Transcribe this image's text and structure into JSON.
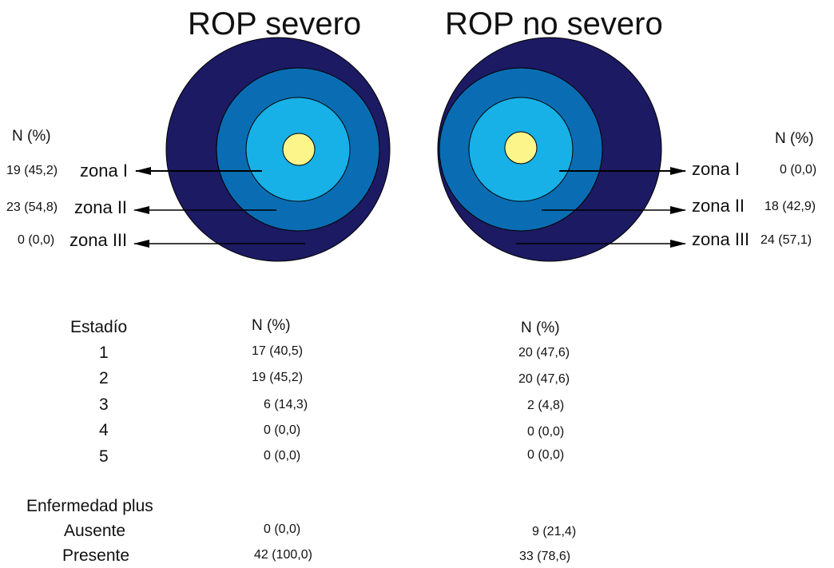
{
  "titles": {
    "left": "ROP severo",
    "right": "ROP no severo"
  },
  "left_eye": {
    "header": "N (%)",
    "zones": [
      {
        "label": "zona I",
        "value": "19 (45,2)"
      },
      {
        "label": "zona II",
        "value": "23 (54,8)"
      },
      {
        "label": "zona III",
        "value": "0 (0,0)"
      }
    ]
  },
  "right_eye": {
    "header": "N (%)",
    "zones": [
      {
        "label": "zona I",
        "value": "0 (0,0)"
      },
      {
        "label": "zona II",
        "value": "18 (42,9)"
      },
      {
        "label": "zona III",
        "value": "24 (57,1)"
      }
    ]
  },
  "colors": {
    "outer": "#1c1a63",
    "zone3": "#0a6db3",
    "zone2": "#17b0e7",
    "zone1": "#fbf58a"
  },
  "table": {
    "stage_header": "Estadío",
    "col_header_severe": "N (%)",
    "col_header_nonsevere": "N (%)",
    "stages": [
      {
        "label": "1",
        "severe": "17 (40,5)",
        "nonsevere": "20 (47,6)"
      },
      {
        "label": "2",
        "severe": "19 (45,2)",
        "nonsevere": "20 (47,6)"
      },
      {
        "label": "3",
        "severe": "6 (14,3)",
        "nonsevere": "2 (4,8)"
      },
      {
        "label": "4",
        "severe": "0 (0,0)",
        "nonsevere": "0 (0,0)"
      },
      {
        "label": "5",
        "severe": "0 (0,0)",
        "nonsevere": "0 (0,0)"
      }
    ],
    "plus_header": "Enfermedad plus",
    "plus_rows": [
      {
        "label": "Ausente",
        "severe": "0 (0,0)",
        "nonsevere": "9 (21,4)"
      },
      {
        "label": "Presente",
        "severe": "42 (100,0)",
        "nonsevere": "33 (78,6)"
      }
    ]
  }
}
